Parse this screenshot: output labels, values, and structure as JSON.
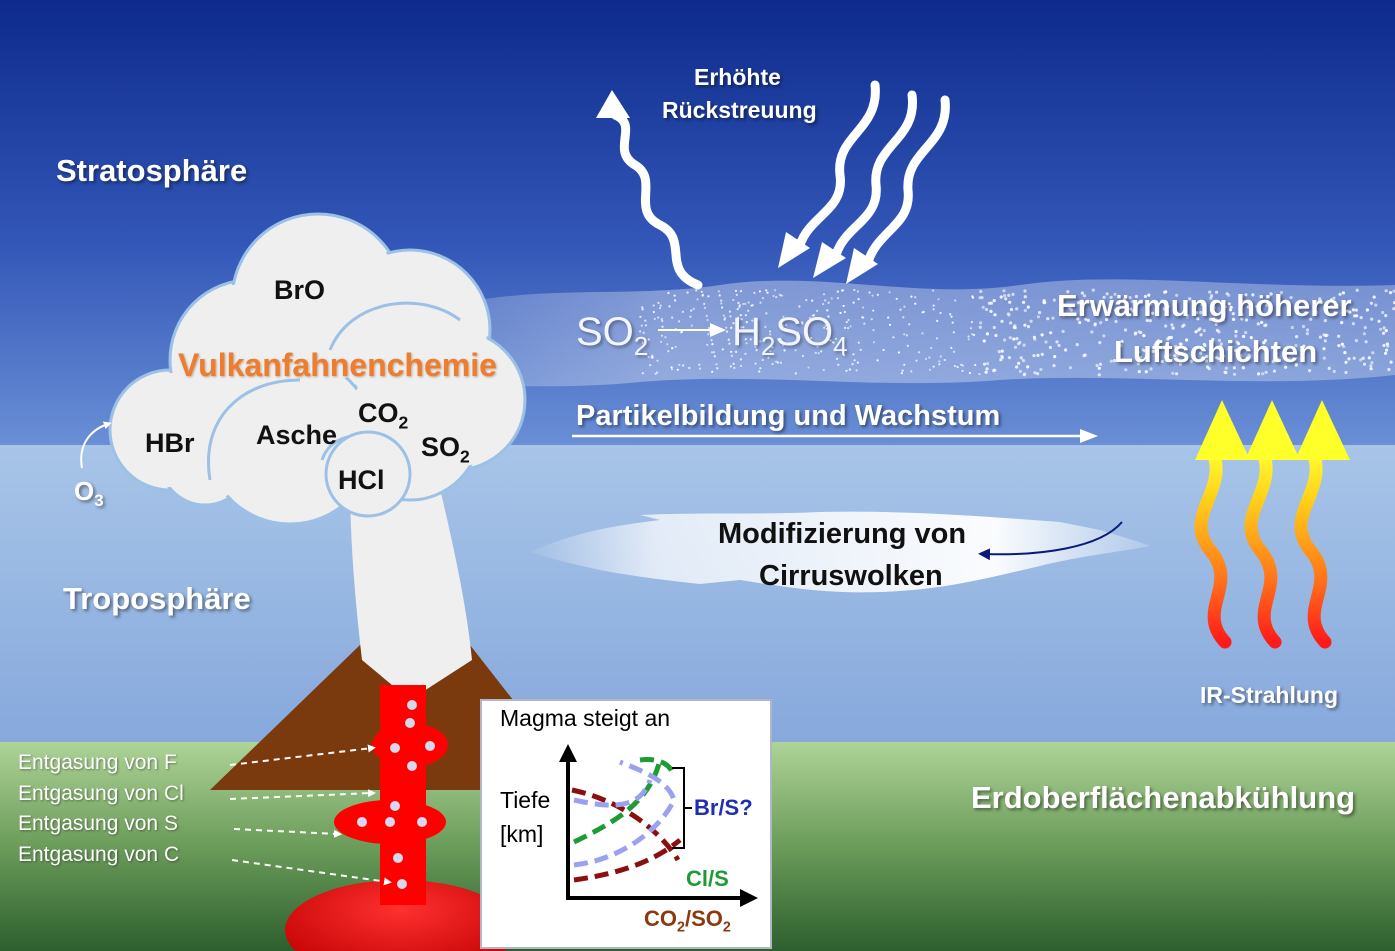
{
  "layers": {
    "stratosphere": "Stratosphäre",
    "troposphere": "Troposphäre"
  },
  "plume": {
    "title": "Vulkanfahnenchemie",
    "bro": "BrO",
    "hbr": "HBr",
    "asche": "Asche",
    "co2": {
      "base": "CO",
      "sub": "2"
    },
    "so2": {
      "base": "SO",
      "sub": "2"
    },
    "hcl": "HCl",
    "o3": {
      "base": "O",
      "sub": "3"
    }
  },
  "reaction": {
    "so2_base": "SO",
    "so2_sub": "2",
    "h2so4_h": "H",
    "h2so4_sub1": "2",
    "h2so4_so": "SO",
    "h2so4_sub2": "4"
  },
  "labels": {
    "backscatter_line1": "Erhöhte",
    "backscatter_line2": "Rückstreuung",
    "particle": "Partikelbildung und Wachstum",
    "warming_line1": "Erwärmung höherer",
    "warming_line2": "Luftschichten",
    "cirrus_line1": "Modifizierung von",
    "cirrus_line2": "Cirruswolken",
    "ir": "IR-Strahlung",
    "cooling": "Erdoberflächenabkühlung"
  },
  "degassing": [
    "Entgasung von F",
    "Entgasung von Cl",
    "Entgasung von S",
    "Entgasung von C"
  ],
  "inset": {
    "title": "Magma steigt an",
    "depth_line1": "Tiefe",
    "depth_line2": "[km]",
    "br_s": "Br/S?",
    "cl_s": "Cl/S",
    "co2_so2": {
      "co": "CO",
      "s1": "2",
      "mid": "/SO",
      "s2": "2"
    }
  },
  "colors": {
    "sky_top": "#0d2a8c",
    "sky_mid": "#5f84d2",
    "tropo_top": "#a6c4e6",
    "ground_top": "#a9cf8f",
    "ground_bottom": "#2f6331",
    "plume_title": "#ed7d31",
    "magma": "#ff0000",
    "volcano": "#7b3a0e"
  }
}
